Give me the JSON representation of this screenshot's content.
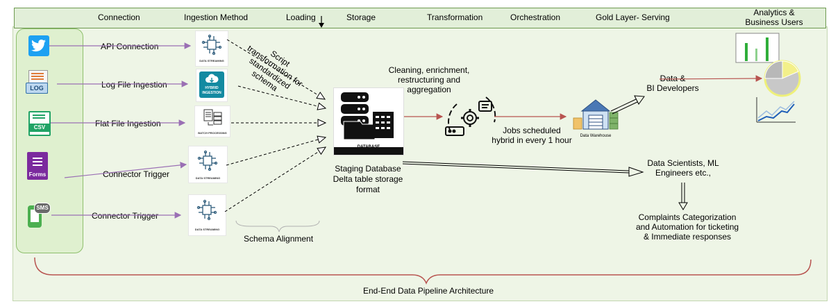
{
  "stages": [
    "Connection",
    "Ingestion Method",
    "Loading",
    "Storage",
    "Transformation",
    "Orchestration",
    "Gold Layer- Serving",
    "Analytics &",
    "Business Users"
  ],
  "sources": [
    {
      "icon": "twitter-icon",
      "label": "API Connection"
    },
    {
      "icon": "log-file-icon",
      "icon_text": "LOG",
      "label": "Log File Ingestion"
    },
    {
      "icon": "csv-file-icon",
      "icon_text": "CSV",
      "label": "Flat File Ingestion"
    },
    {
      "icon": "forms-icon",
      "icon_text": "Forms",
      "label": "Connector Trigger"
    },
    {
      "icon": "sms-icon",
      "icon_text": "SMS",
      "label": "Connector Trigger"
    }
  ],
  "ingestion": [
    {
      "icon": "data-streaming-icon",
      "caption": "DATA STREAMING"
    },
    {
      "icon": "hybrid-ingestion-icon",
      "caption_1": "HYBRID",
      "caption_2": "INGESTION"
    },
    {
      "icon": "batch-processing-icon",
      "caption": "BATCH PROCESSING"
    },
    {
      "icon": "data-streaming-icon",
      "caption": "DATA STREAMING"
    },
    {
      "icon": "data-streaming-icon",
      "caption": "DATA STREAMING"
    }
  ],
  "script_note": [
    "Script",
    "transformation for",
    "standardized",
    "schema"
  ],
  "schema_alignment": "Schema Alignment",
  "database": {
    "icon_label": "DATABASE",
    "caption": [
      "Staging Database",
      "Delta table storage",
      "format"
    ]
  },
  "transformation": [
    "Cleaning, enrichment,",
    "restructuring and",
    "aggregation"
  ],
  "orchestration": [
    "Jobs scheduled",
    "hybrid in every 1 hour"
  ],
  "warehouse_label": "Data Warehouse",
  "consumers": {
    "bi": [
      "Data &",
      "BI Developers"
    ],
    "ds": [
      "Data Scientists, ML",
      "Engineers etc.,"
    ],
    "complaints": [
      "Complaints Categorization",
      "and Automation for ticketing",
      "& Immediate responses"
    ]
  },
  "footer": "End-End Data Pipeline Architecture",
  "colors": {
    "header_fill": "#e2efd9",
    "panel_fill": "#dff0cf",
    "purple_arrow": "#9a6fb4",
    "red_arrow": "#b85450",
    "brace": "#b85450"
  }
}
